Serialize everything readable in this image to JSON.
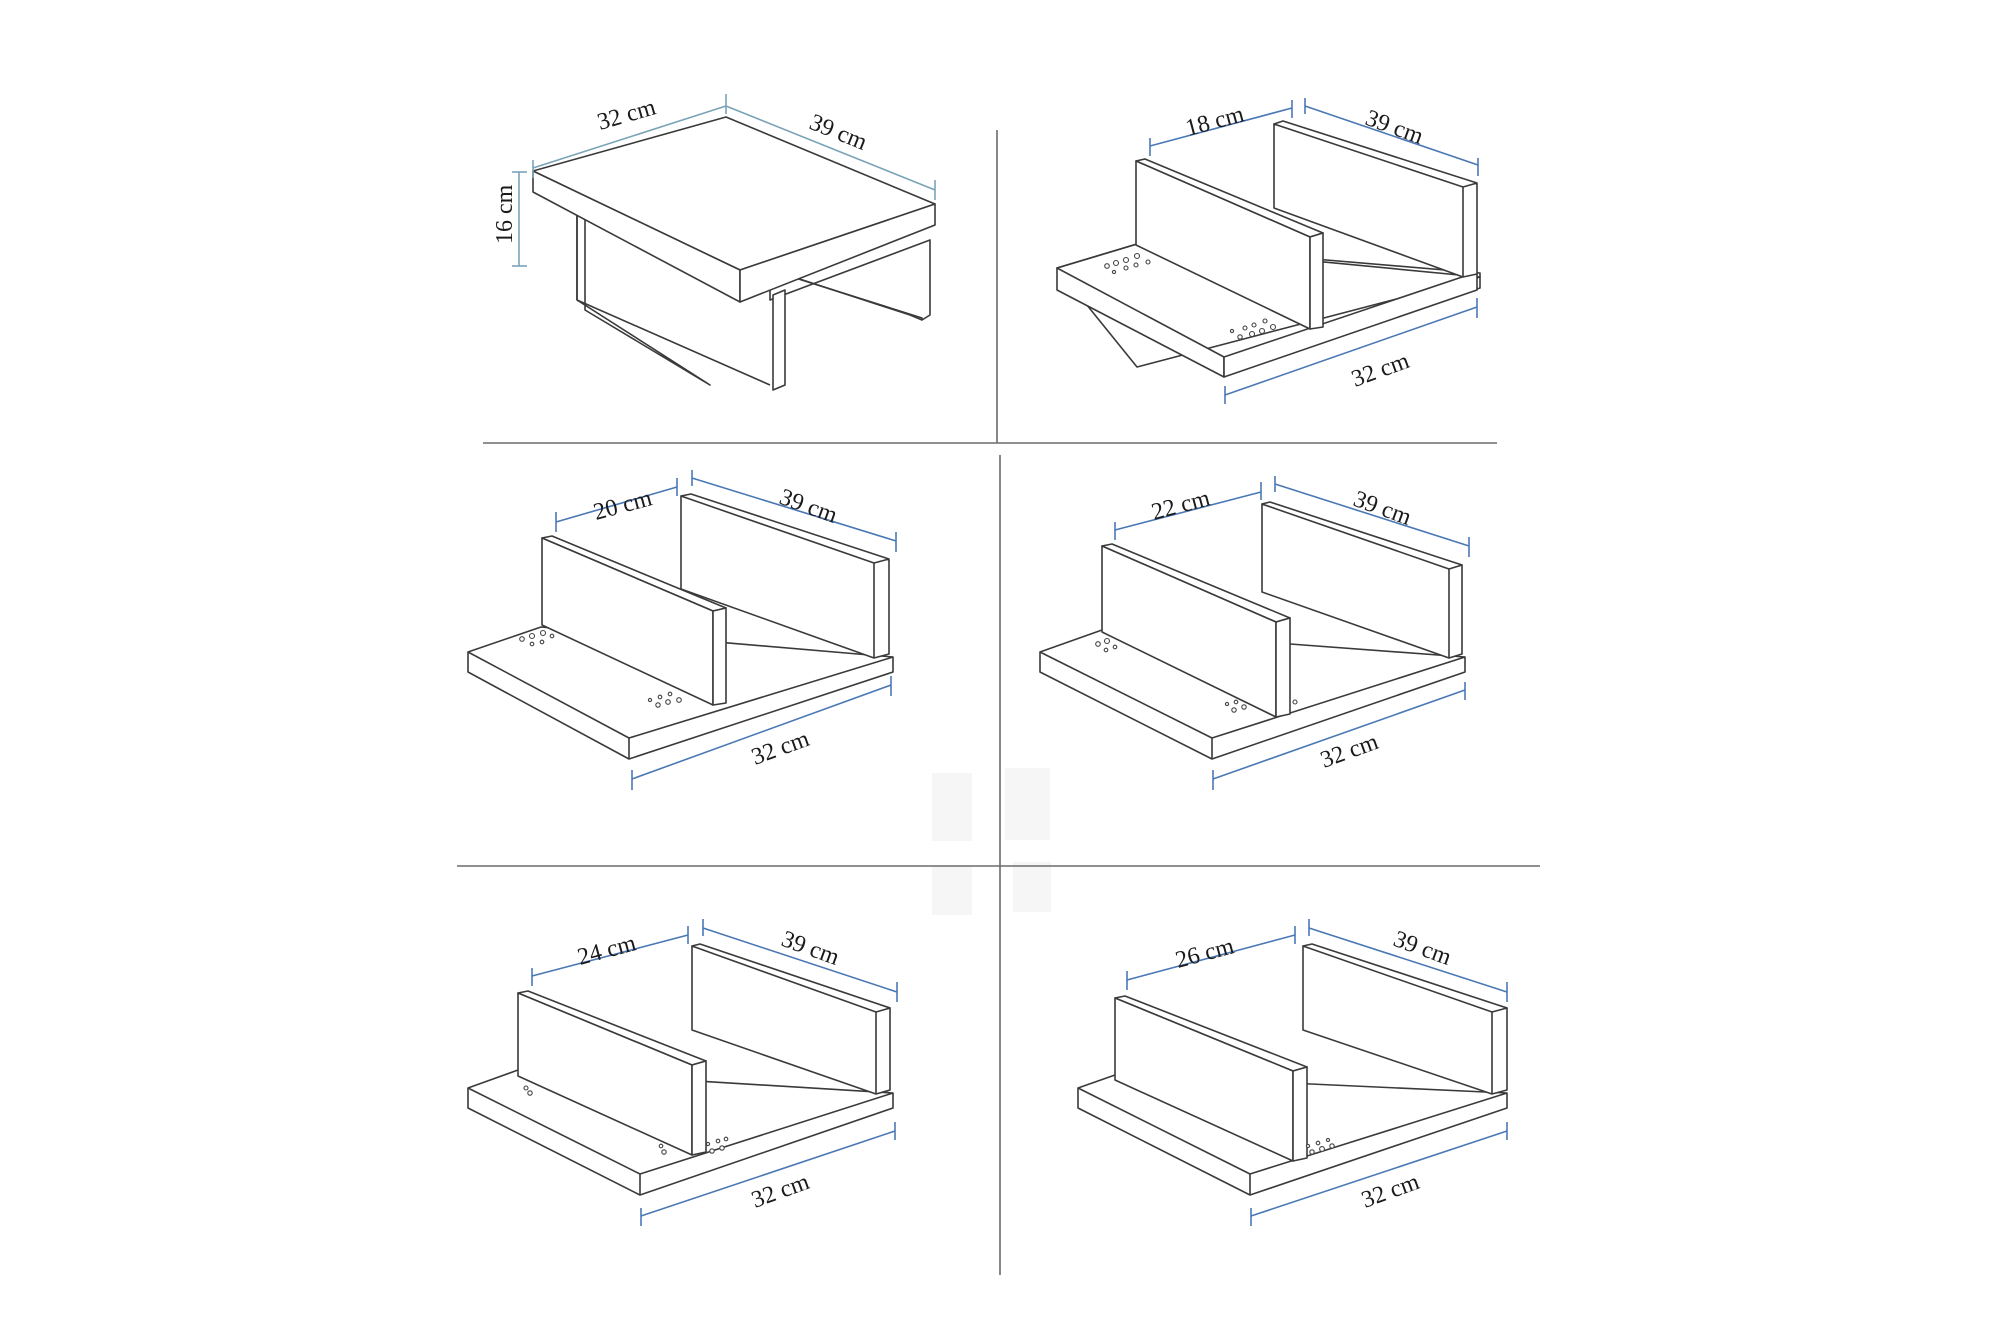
{
  "title": "Shelf unit dimension diagrams",
  "colors": {
    "dimension_line": "#4a78b5",
    "outline": "#3a3a3a",
    "divider": "#6b6b6b",
    "background": "#ffffff"
  },
  "panels": [
    {
      "id": "assembled",
      "labels": {
        "width": "32 cm",
        "depth": "39 cm",
        "height": "16 cm"
      }
    },
    {
      "id": "config-18",
      "labels": {
        "gap": "18 cm",
        "depth": "39 cm",
        "width": "32 cm"
      }
    },
    {
      "id": "config-20",
      "labels": {
        "gap": "20 cm",
        "depth": "39 cm",
        "width": "32 cm"
      }
    },
    {
      "id": "config-22",
      "labels": {
        "gap": "22 cm",
        "depth": "39 cm",
        "width": "32 cm"
      }
    },
    {
      "id": "config-24",
      "labels": {
        "gap": "24 cm",
        "depth": "39 cm",
        "width": "32 cm"
      }
    },
    {
      "id": "config-26",
      "labels": {
        "gap": "26 cm",
        "depth": "39 cm",
        "width": "32 cm"
      }
    }
  ]
}
